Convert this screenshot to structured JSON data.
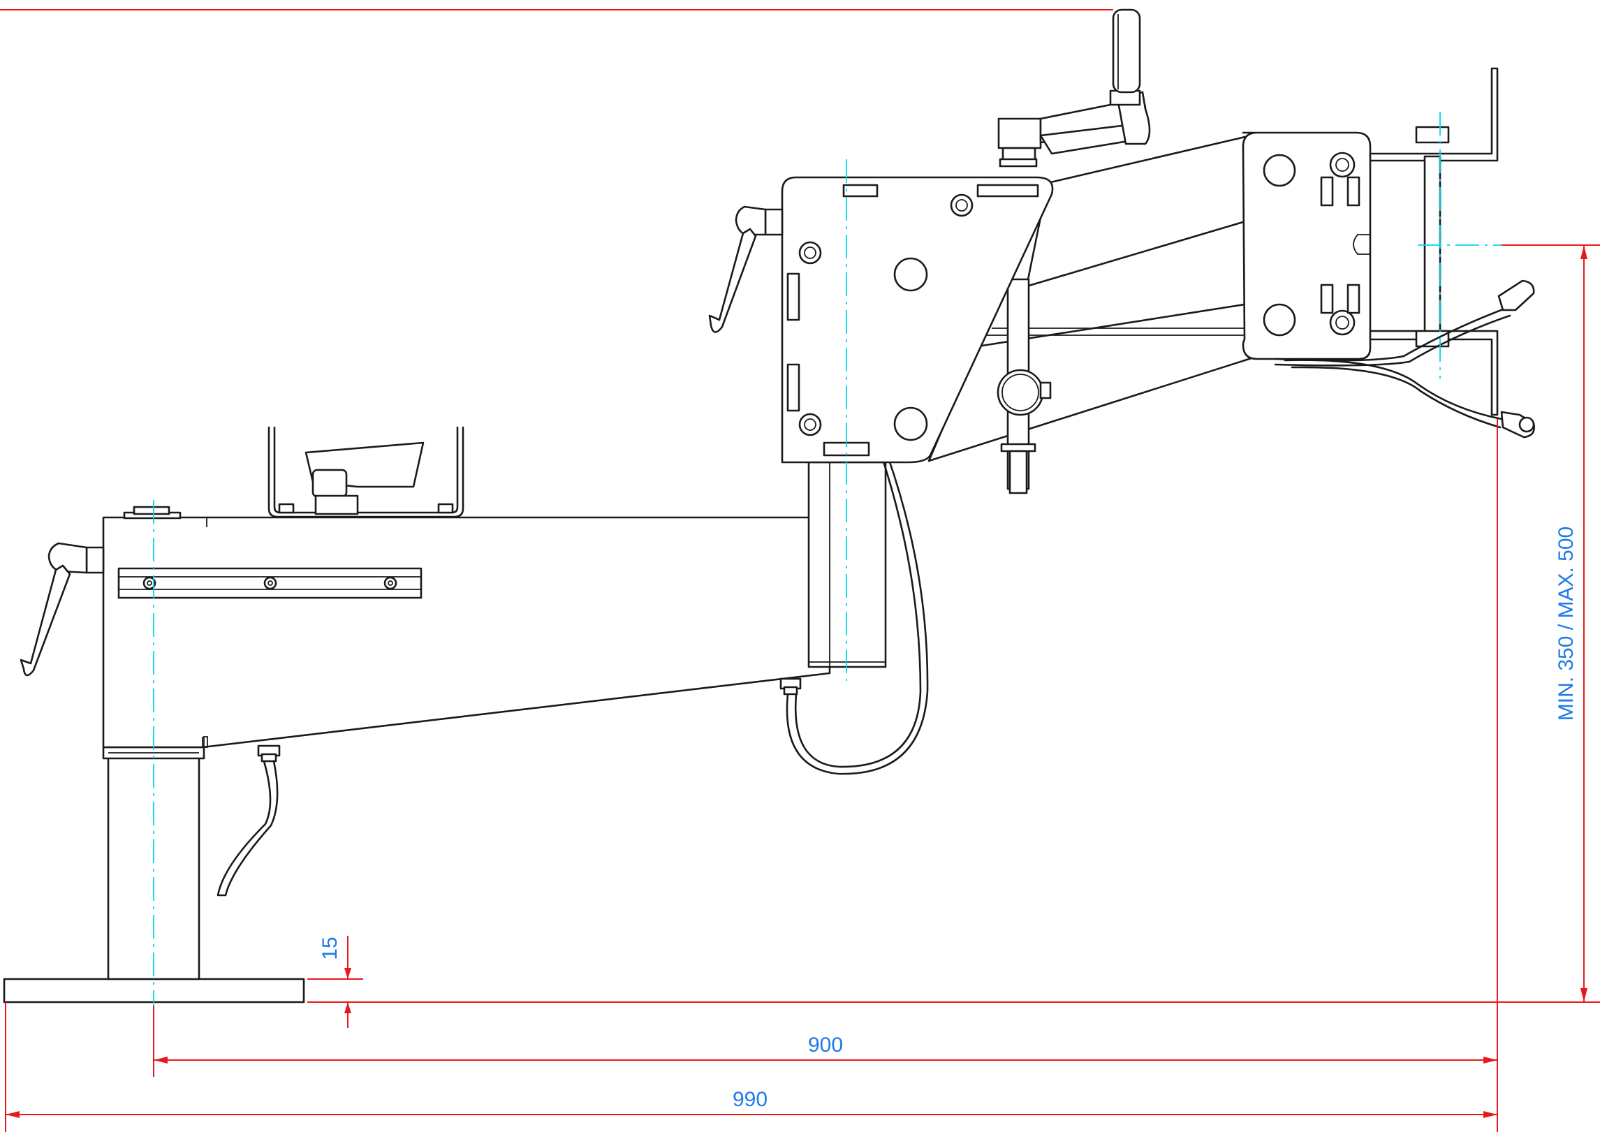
{
  "dimensions": {
    "reach_axis": "900",
    "overall_length": "990",
    "base_offset": "15",
    "height_range": "MIN. 350 / MAX. 500"
  },
  "colors": {
    "outline": "#1a1a1a",
    "dimension_line": "#e8191d",
    "dimension_text": "#1e7ae6",
    "centerline": "#00d8ee"
  }
}
